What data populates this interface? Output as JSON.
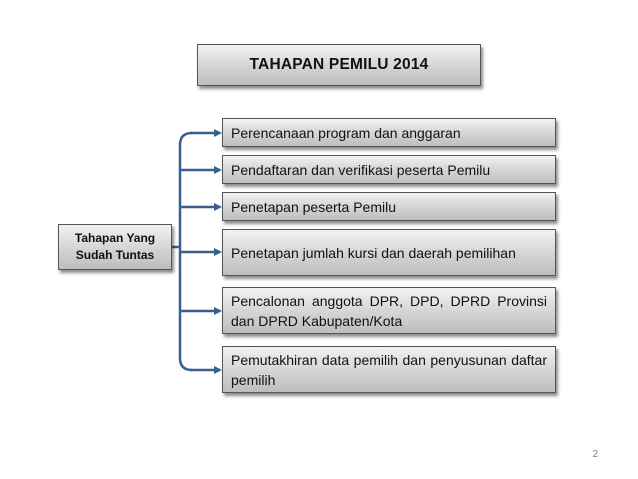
{
  "title": "TAHAPAN PEMILU 2014",
  "root": {
    "line1": "Tahapan Yang",
    "line2": "Sudah Tuntas"
  },
  "steps": [
    {
      "label": "Perencanaan program dan anggaran"
    },
    {
      "label": "Pendaftaran dan verifikasi peserta Pemilu"
    },
    {
      "label": "Penetapan peserta Pemilu"
    },
    {
      "label": "Penetapan jumlah kursi dan daerah pemilihan"
    },
    {
      "label": "Pencalonan anggota DPR, DPD, DPRD Provinsi dan DPRD Kabupaten/Kota"
    },
    {
      "label": "Pemutakhiran data pemilih dan penyusunan daftar pemilih"
    }
  ],
  "colors": {
    "connector": "#3a5f8f"
  },
  "page_number": "2"
}
